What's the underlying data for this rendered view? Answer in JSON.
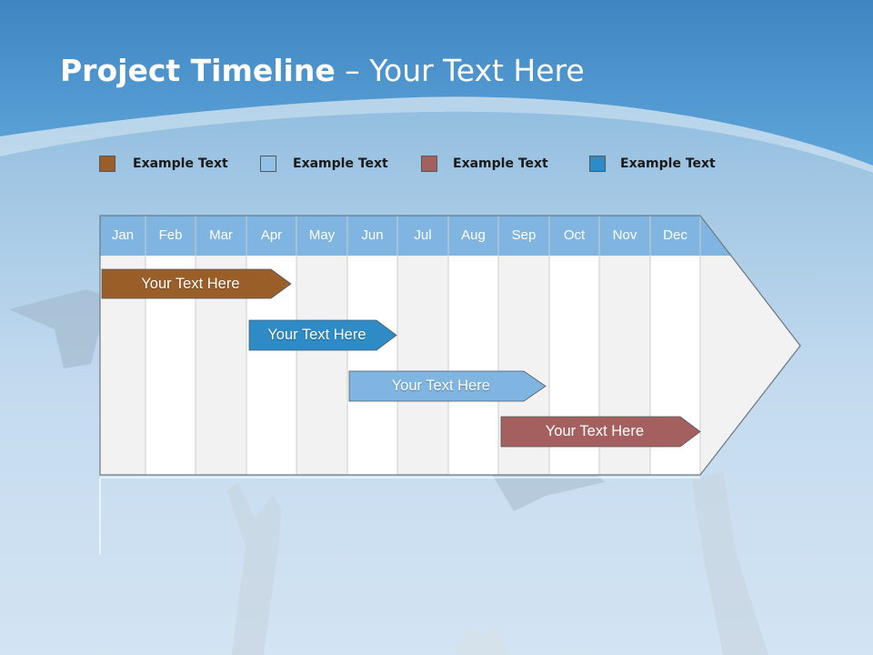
{
  "slide": {
    "title_bold": "Project Timeline",
    "title_rest": " – Your Text Here"
  },
  "legend": [
    {
      "label": "Example Text",
      "color": "#9a5f28"
    },
    {
      "label": "Example Text",
      "color": "#8fc2e6"
    },
    {
      "label": "Example Text",
      "color": "#a3605e"
    },
    {
      "label": "Example Text",
      "color": "#2e8bc5"
    }
  ],
  "timeline": {
    "months": [
      "Jan",
      "Feb",
      "Mar",
      "Apr",
      "May",
      "Jun",
      "Jul",
      "Aug",
      "Sep",
      "Oct",
      "Nov",
      "Dec"
    ],
    "header_color": "#7fb5e0",
    "tasks": [
      {
        "label": "Your  Text Here",
        "color": "#9a5f28"
      },
      {
        "label": "Your  Text Here",
        "color": "#2e8bc5"
      },
      {
        "label": "Your  Text Here",
        "color": "#7fb5e0"
      },
      {
        "label": "Your  Text Here",
        "color": "#a3605e"
      }
    ]
  }
}
